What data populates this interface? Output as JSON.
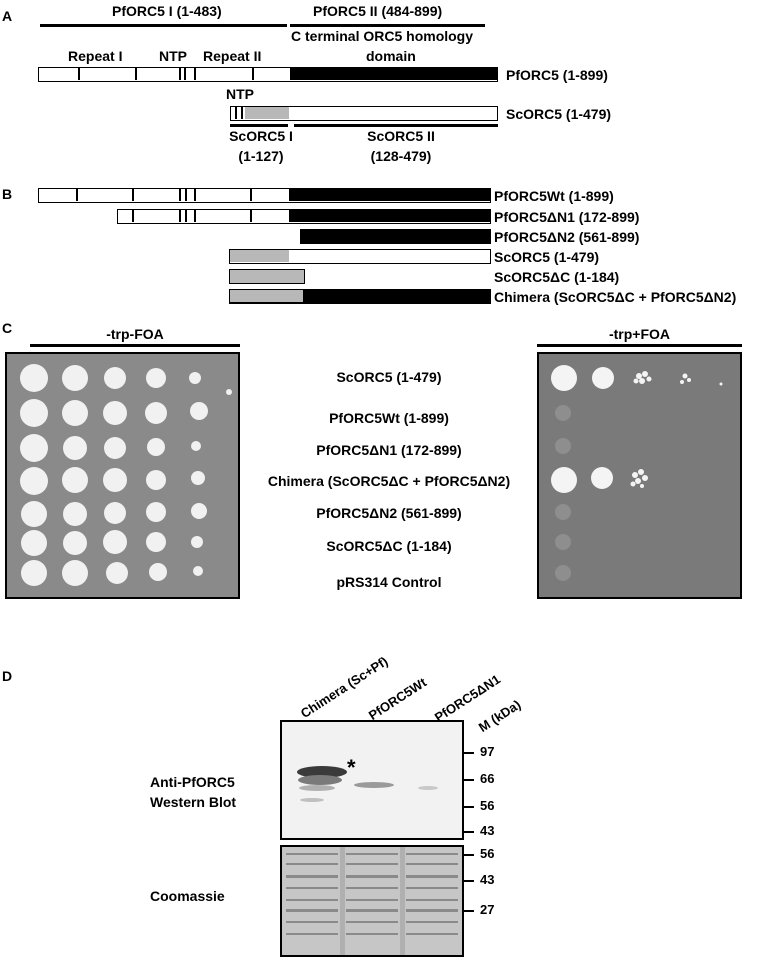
{
  "panels": {
    "a": "A",
    "b": "B",
    "c": "C",
    "d": "D"
  },
  "panel_a": {
    "pforc5_i": "PfORC5 I (1-483)",
    "pforc5_ii": "PfORC5 II (484-899)",
    "homology_line1": "C terminal ORC5 homology",
    "homology_line2": "domain",
    "repeat_i": "Repeat I",
    "ntp_top": "NTP",
    "repeat_ii": "Repeat II",
    "pforc5_full": "PfORC5 (1-899)",
    "ntp_sc": "NTP",
    "scorc5_full": "ScORC5 (1-479)",
    "scorc5_i_line1": "ScORC5 I",
    "scorc5_i_line2": "(1-127)",
    "scorc5_ii_line1": "ScORC5 II",
    "scorc5_ii_line2": "(128-479)"
  },
  "panel_b": {
    "constructs": [
      {
        "label": "PfORC5Wt (1-899)"
      },
      {
        "label": "PfORC5ΔN1 (172-899)"
      },
      {
        "label": "PfORC5ΔN2 (561-899)"
      },
      {
        "label": "ScORC5 (1-479)"
      },
      {
        "label": "ScORC5ΔC (1-184)"
      },
      {
        "label": "Chimera (ScORC5ΔC + PfORC5ΔN2)"
      }
    ]
  },
  "panel_c": {
    "left_title": "-trp-FOA",
    "right_title": "-trp+FOA",
    "rows": [
      "ScORC5 (1-479)",
      "PfORC5Wt (1-899)",
      "PfORC5ΔN1 (172-899)",
      "Chimera (ScORC5ΔC + PfORC5ΔN2)",
      "PfORC5ΔN2 (561-899)",
      "ScORC5ΔC (1-184)",
      "pRS314 Control"
    ]
  },
  "panel_d": {
    "lanes": [
      "Chimera (Sc+Pf)",
      "PfORC5Wt",
      "PfORC5ΔN1",
      "M (kDa)"
    ],
    "western_label_line1": "Anti-PfORC5",
    "western_label_line2": "Western Blot",
    "coomassie_label": "Coomassie",
    "star": "*",
    "western_markers": [
      "97",
      "66",
      "56",
      "43"
    ],
    "coomassie_markers": [
      "56",
      "43",
      "27"
    ]
  }
}
